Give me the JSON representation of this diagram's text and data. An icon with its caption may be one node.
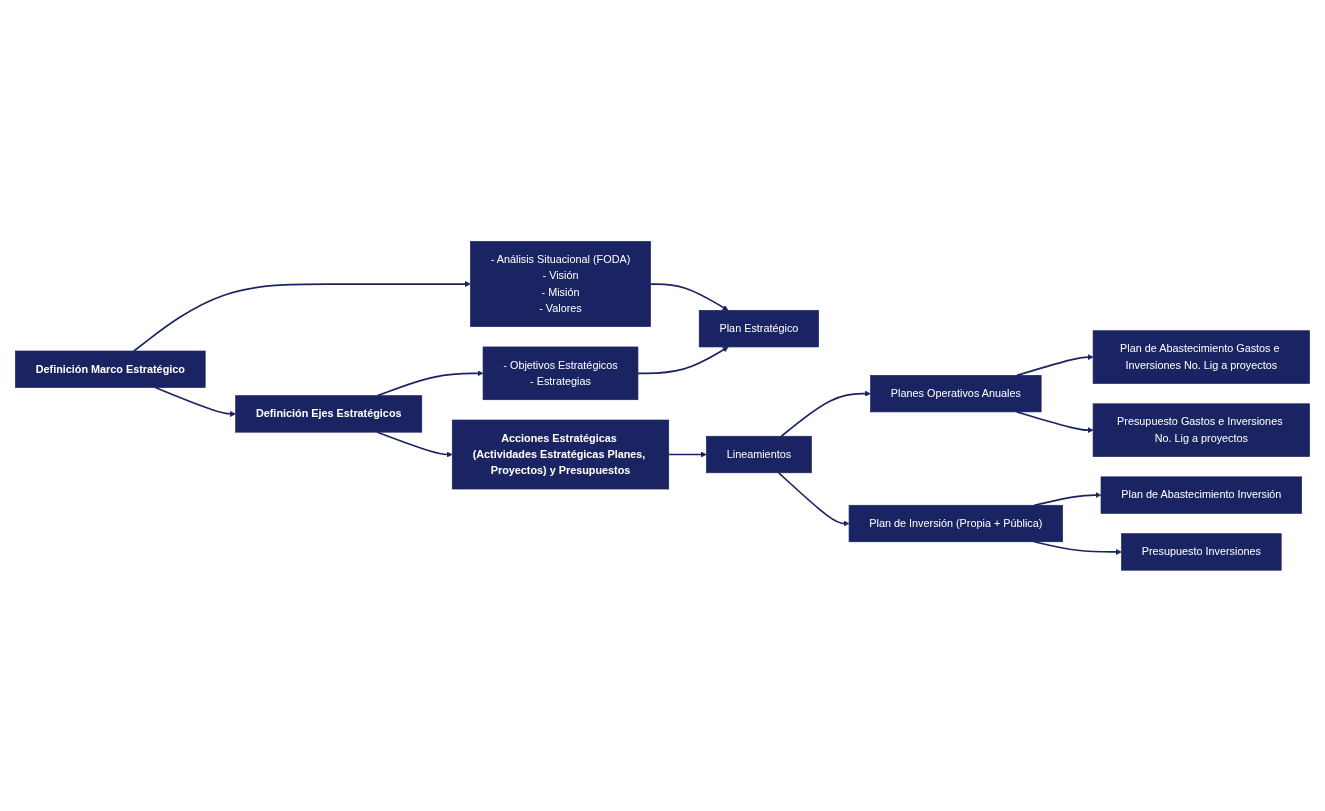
{
  "diagram": {
    "nodes": [
      {
        "text": [
          "Definición Marco Estratégico"
        ]
      },
      {
        "text": [
          "- Análisis Situacional (FODA)",
          "- Visión",
          "- Misión",
          "- Valores"
        ]
      },
      {
        "text": [
          "Plan Estratégico"
        ]
      },
      {
        "text": [
          "Definición Ejes Estratégicos"
        ]
      },
      {
        "text": [
          "- Objetivos Estratégicos",
          "- Estrategias"
        ]
      },
      {
        "text": [
          "Acciones Estratégicas (Actividades Estratégicas Planes, Proyectos) y Presupuestos"
        ]
      },
      {
        "text": [
          "Lineamientos"
        ]
      },
      {
        "text": [
          "Planes Operativos Anuales"
        ]
      },
      {
        "text": [
          "Plan de Abastecimiento Gastos e Inversiones No. Lig a proyectos"
        ]
      },
      {
        "text": [
          "Presupuesto Gastos e Inversiones No. Lig a proyectos"
        ]
      },
      {
        "text": [
          "Plan de Inversión (Propia + Pública)"
        ]
      },
      {
        "text": [
          "Plan de Abastecimiento Inversión"
        ]
      },
      {
        "text": [
          "Presupuesto Inversiones"
        ]
      }
    ],
    "edges": [
      {
        "from": 0,
        "to": 1,
        "arrow": "to"
      },
      {
        "from": 0,
        "to": 3,
        "arrow": "to"
      },
      {
        "from": 1,
        "to": 2,
        "arrow": "to"
      },
      {
        "from": 4,
        "to": 2,
        "arrow": "to"
      },
      {
        "from": 3,
        "to": 4,
        "arrow": "to"
      },
      {
        "from": 3,
        "to": 5,
        "arrow": "to"
      },
      {
        "from": 5,
        "to": 6,
        "arrow": "to"
      },
      {
        "from": 6,
        "to": 7,
        "arrow": "to"
      },
      {
        "from": 6,
        "to": 10,
        "arrow": "to"
      },
      {
        "from": 7,
        "to": 8,
        "arrow": "to"
      },
      {
        "from": 7,
        "to": 9,
        "arrow": "to"
      },
      {
        "from": 10,
        "to": 11,
        "arrow": "to"
      },
      {
        "from": 10,
        "to": 12,
        "arrow": "to"
      }
    ]
  }
}
